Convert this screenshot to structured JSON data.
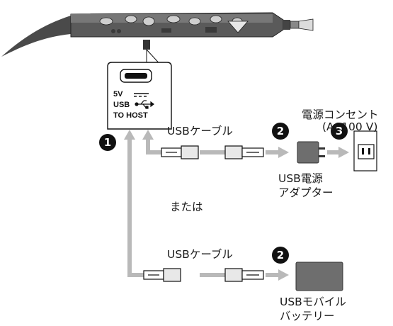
{
  "port_panel": {
    "line1": "5V",
    "line2": "USB",
    "line3": "TO HOST"
  },
  "markers": {
    "step1": "1",
    "step2": "2",
    "step3": "3"
  },
  "labels": {
    "outlet": "電源コンセント",
    "outlet_voltage": "(AC100 V)",
    "usb_cable_top": "USBケーブル",
    "usb_cable_bottom": "USBケーブル",
    "adapter_line1": "USB電源",
    "adapter_line2": "アダプター",
    "or_text": "または",
    "battery_line1": "USBモバイル",
    "battery_line2": "バッテリー"
  },
  "colors": {
    "arrow": "#b9b9b9",
    "device": "#6e6e6e",
    "instrument_dark": "#555555",
    "line": "#111111"
  }
}
